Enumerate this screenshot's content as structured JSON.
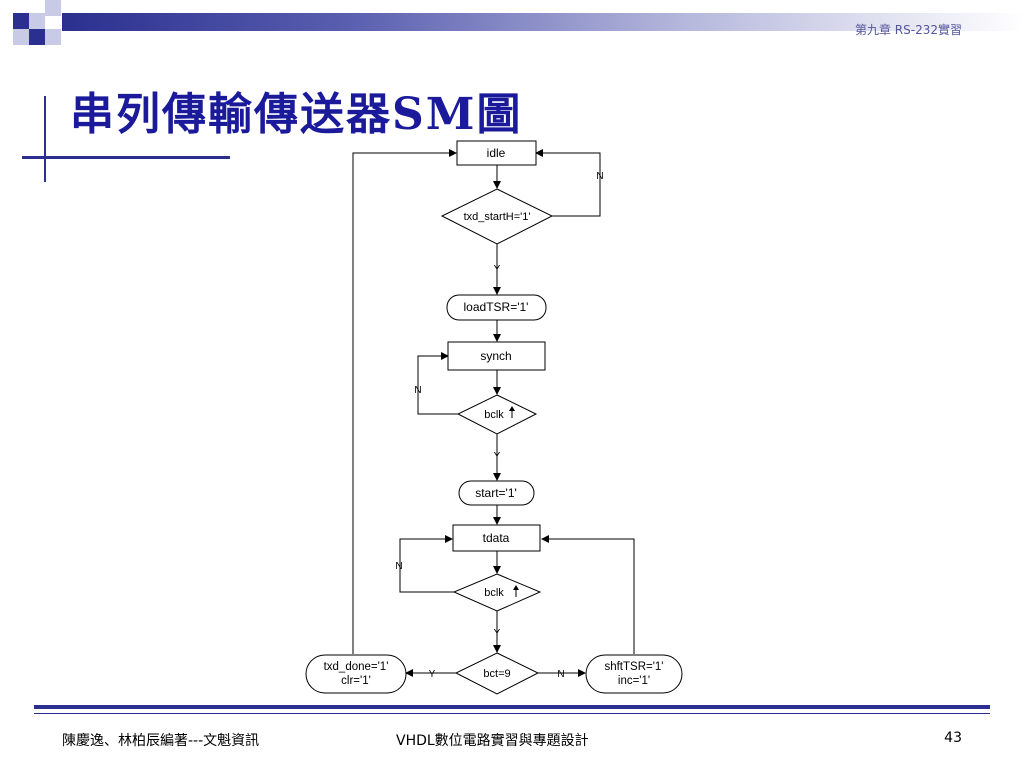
{
  "header": {
    "chapter": "第九章  RS-232實習"
  },
  "slide": {
    "title": "串列傳輸傳送器SM圖"
  },
  "diagram": {
    "nodes": {
      "idle": "idle",
      "txd_starth": "txd_startH='1'",
      "loadtsr": "loadTSR='1'",
      "synch": "synch",
      "bclk1": "bclk",
      "start": "start='1'",
      "tdata": "tdata",
      "bclk2": "bclk",
      "bct": "bct=9",
      "txd_done_line1": "txd_done='1'",
      "txd_done_line2": "clr='1'",
      "shfttsr_line1": "shftTSR='1'",
      "shfttsr_line2": "inc='1'"
    },
    "labels": {
      "n": "N",
      "y": "Y"
    }
  },
  "footer": {
    "authors": "陳慶逸、林柏辰編著---文魁資訊",
    "book": "VHDL數位電路實習與專題設計",
    "page": "43"
  },
  "colors": {
    "accent": "#2b2f8f",
    "title": "#1a1a9a"
  }
}
